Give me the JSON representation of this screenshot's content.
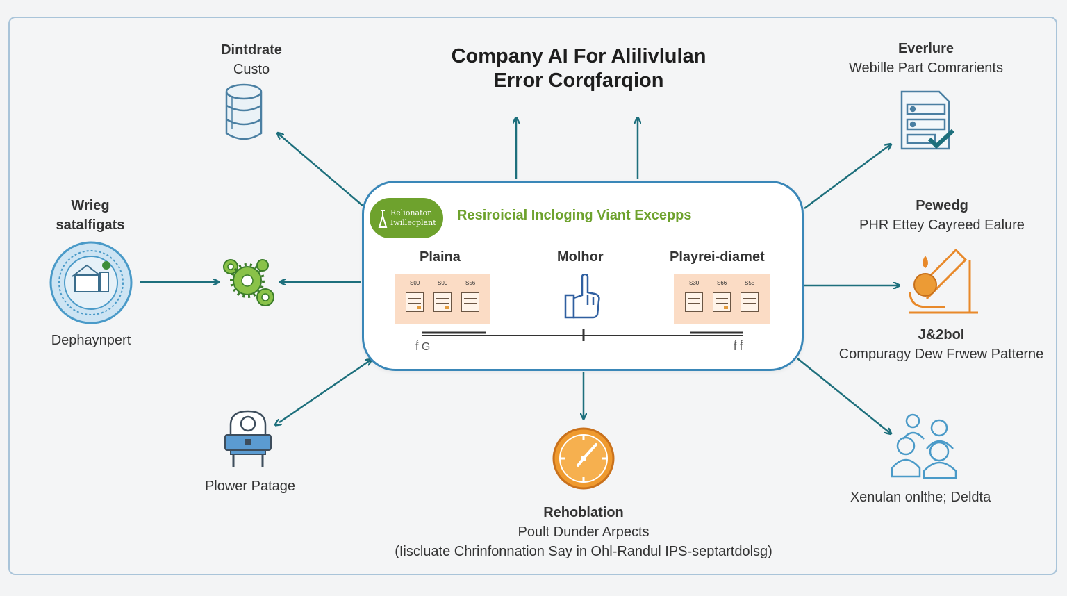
{
  "title": {
    "line1": "Company AI For Alilivlulan",
    "line2": "Error Corqfarqion"
  },
  "nodes": {
    "top_left": {
      "bold": "Dintdrate",
      "regular": "Custo",
      "icon": "database-icon"
    },
    "top_right": {
      "bold": "Everlure",
      "regular": "Webille Part Comrarients",
      "icon": "checklist-icon"
    },
    "left": {
      "bold1": "Wrieg",
      "bold2": "satalfigats",
      "regular": "Dephaynpert",
      "icon": "department-badge-icon"
    },
    "mid_right": {
      "bold": "Pewedg",
      "regular": "PHR Ettey Cayreed Ealure",
      "icon": "microscope-icon"
    },
    "right_lower": {
      "bold": "J&2bol",
      "regular": "Compuragy Dew Frwew Patterne"
    },
    "bottom_left": {
      "regular": "Plower Patage",
      "icon": "scanner-icon"
    },
    "bottom_right": {
      "regular": "Xenulan onlthe; Deldta",
      "icon": "people-group-icon"
    },
    "bottom": {
      "bold": "Rehoblation",
      "line2": "Poult Dunder Arpects",
      "line3": "(Iiscluate Chrinfonnation Say in Ohl-Randul IPS-septartdolsg)",
      "icon": "clock-icon"
    }
  },
  "hub": {
    "badge_line1": "Relionaton",
    "badge_line2": "Iwillecplant",
    "heading": "Resiroicial Incloging Viant Excepps",
    "col_left": "Plaina",
    "col_mid": "Molhor",
    "col_right": "Playrei-diamet",
    "left_card_nums": [
      "S00",
      "S00",
      "S56"
    ],
    "right_card_nums": [
      "S30",
      "S66",
      "S55"
    ],
    "scale_left": "f́ G",
    "scale_right": "f́ f́"
  },
  "colors": {
    "arrow": "#1d6f7c",
    "hub_border": "#3a87b8",
    "accent_green": "#6ea22d",
    "orange": "#ea8f28"
  }
}
